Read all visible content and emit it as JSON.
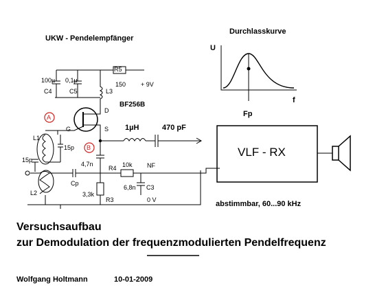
{
  "schematic": {
    "title": "UKW - Pendelempfänger",
    "components": {
      "c4": "C4",
      "c4_value": "100µ",
      "c5": "C5",
      "c5_value": "0,1µ",
      "r5": "R5",
      "r5_value": "150",
      "supply": "+ 9V",
      "l3": "L3",
      "transistor": "BF256B",
      "pin_g": "G",
      "pin_s": "S",
      "pin_d": "D",
      "l1": "L1",
      "c_15p_a": "15p",
      "c_15p_b": "15p",
      "c_47n": "4,7n",
      "cp": "Cp",
      "l2": "L2",
      "r4": "R4",
      "r4_value": "10k",
      "nf": "NF",
      "c3": "C3",
      "c3_value": "6,8n",
      "r3": "R3",
      "r3_value": "3,3k",
      "ground": "0 V",
      "choke": "1µH",
      "coupling_cap": "470 pF"
    },
    "marker_a": "A",
    "marker_b": "B"
  },
  "curve": {
    "title": "Durchlasskurve",
    "y_label": "U",
    "x_label": "f",
    "center_label": "Fp"
  },
  "receiver": {
    "label": "VLF - RX",
    "tuning": "abstimmbar, 60...90 kHz"
  },
  "caption": {
    "line1": "Versuchsaufbau",
    "line2_pre": "zur Demodulation der ",
    "line2_emph": "frequenz",
    "line2_post": "modulierten Pendelfrequenz"
  },
  "author": "Wolfgang Holtmann",
  "date": "10-01-2009",
  "colors": {
    "line": "#000000",
    "marker": "#d02020"
  }
}
